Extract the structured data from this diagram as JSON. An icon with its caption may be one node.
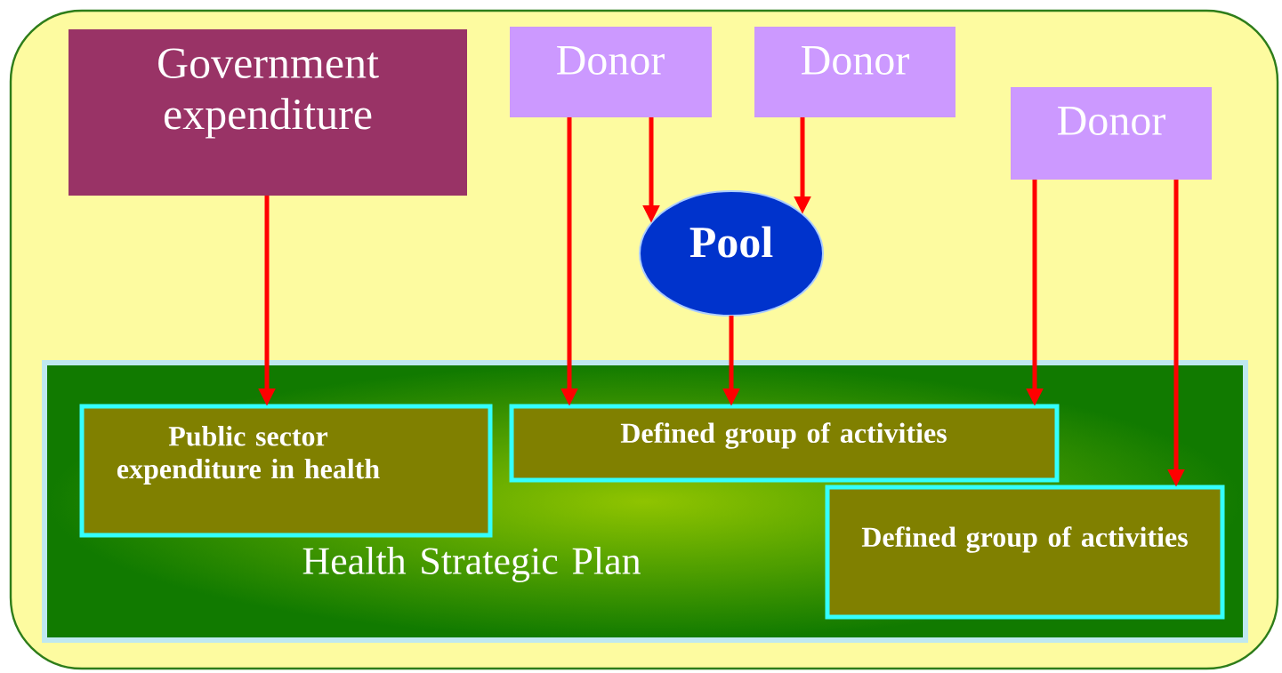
{
  "diagram": {
    "nodes": [
      {
        "text": [
          "Health Strategic Plan"
        ]
      },
      {
        "text": [
          "Government expenditure"
        ]
      },
      {
        "text": [
          "Donor"
        ]
      },
      {
        "text": [
          "Donor"
        ]
      },
      {
        "text": [
          "Donor"
        ]
      },
      {
        "text": [
          "Pool"
        ]
      },
      {
        "text": [
          "Public sector expenditure in health"
        ],
        "in": 0
      },
      {
        "text": [
          "Defined group of activities"
        ],
        "in": 0
      },
      {
        "text": [
          "Defined group of activities"
        ],
        "in": 0
      }
    ],
    "edges": [
      {
        "from": 1,
        "to": 6,
        "arrow": "to"
      },
      {
        "from": 2,
        "to": 7,
        "arrow": "to"
      },
      {
        "from": 2,
        "to": 5,
        "arrow": "to"
      },
      {
        "from": 3,
        "to": 5,
        "arrow": "to"
      },
      {
        "from": 5,
        "to": 7,
        "arrow": "to"
      },
      {
        "from": 4,
        "to": 7,
        "arrow": "to"
      },
      {
        "from": 4,
        "to": 8,
        "arrow": "to"
      }
    ]
  }
}
